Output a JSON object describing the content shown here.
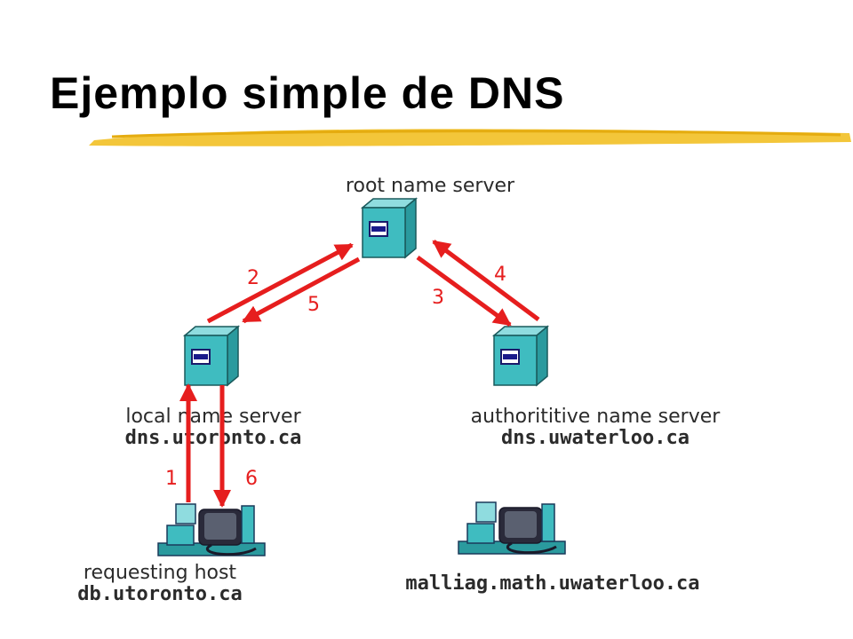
{
  "slide": {
    "title": "Ejemplo simple de DNS"
  },
  "nodes": {
    "root": {
      "label": "root name server"
    },
    "local": {
      "label": "local name server",
      "domain": "dns.utoronto.ca"
    },
    "authoritative": {
      "label": "authorititive name server",
      "domain": "dns.uwaterloo.ca"
    },
    "requesting_host": {
      "label": "requesting host",
      "domain": "db.utoronto.ca"
    },
    "target_host": {
      "domain": "malliag.math.uwaterloo.ca"
    }
  },
  "steps": [
    "1",
    "2",
    "3",
    "4",
    "5",
    "6"
  ],
  "colors": {
    "arrow": "#e61e1e",
    "server": "#3fbcc0",
    "underline": "#f0c020"
  }
}
